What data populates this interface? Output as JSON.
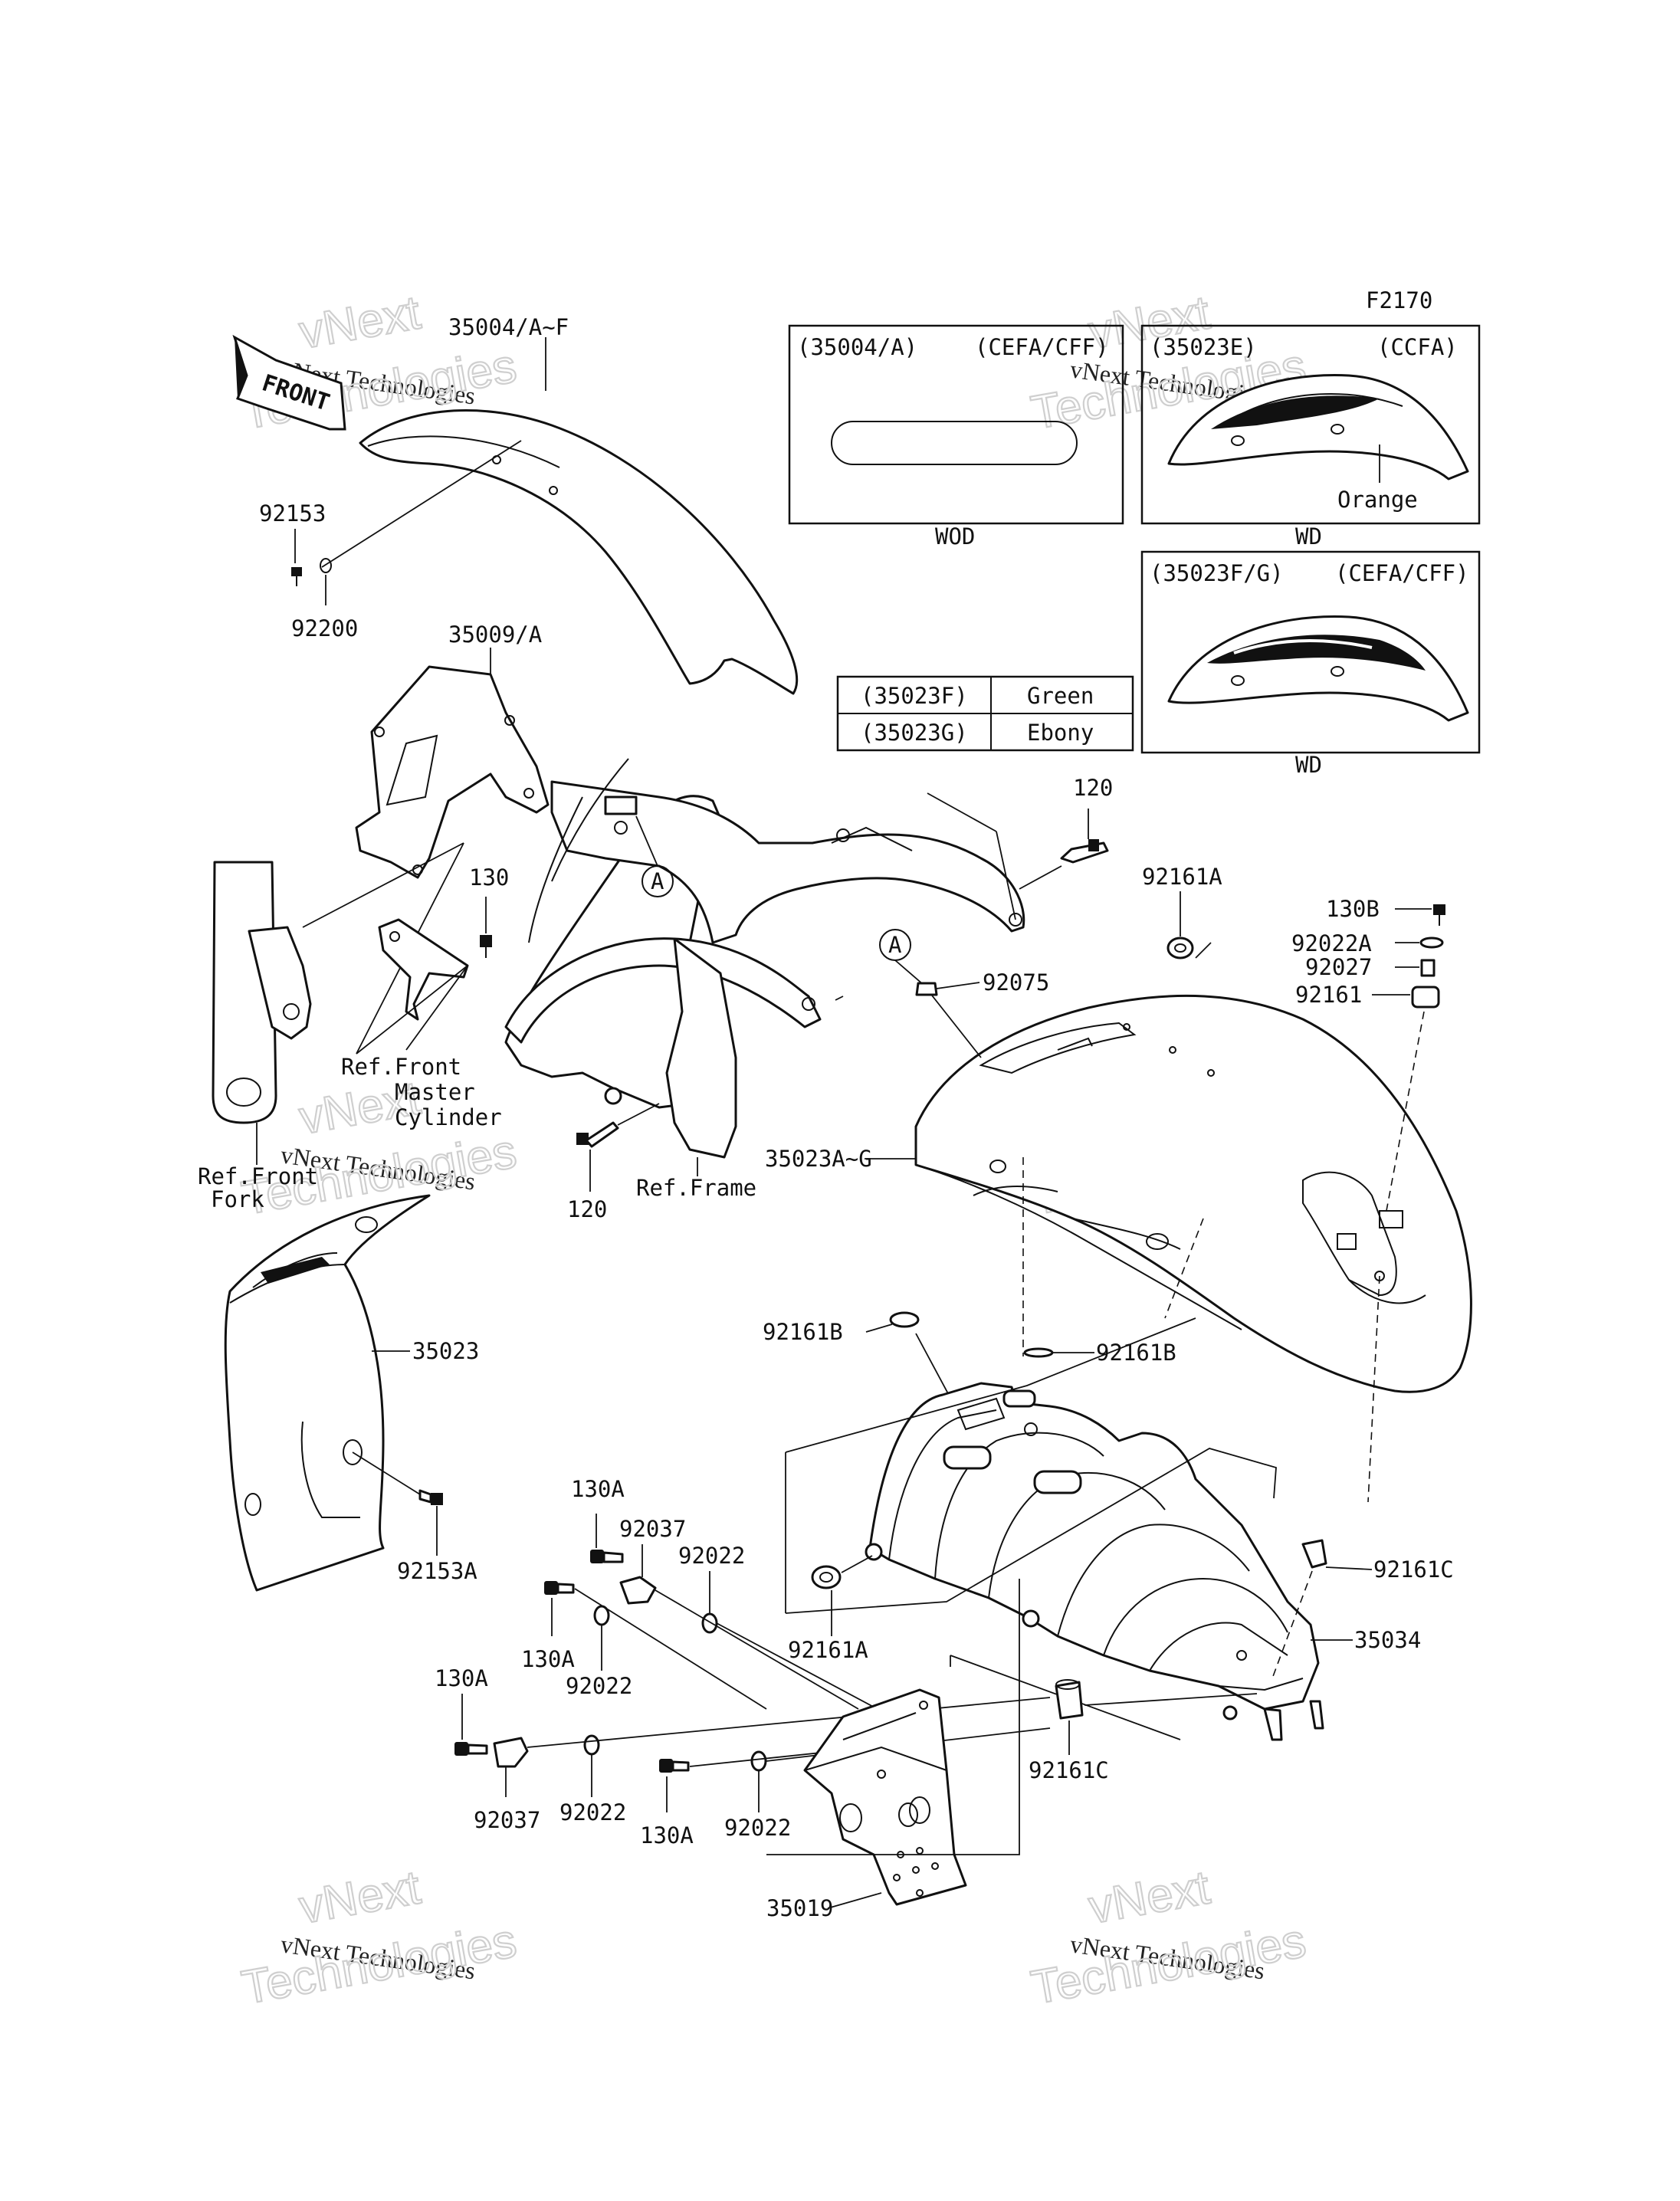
{
  "diagram_code": "F2170",
  "watermark": {
    "line1": "vNext Technologies",
    "line2": "Technologies",
    "line0": "vNext"
  },
  "front_arrow": "FRONT",
  "callouts": {
    "fender_front": "35004/A~F",
    "screw_92153": "92153",
    "collar_92200": "92200",
    "bracket_35009": "35009/A",
    "bolt_130": "130",
    "ref_master_cyl_1": "Ref.Front",
    "ref_master_cyl_2": "Master",
    "ref_master_cyl_3": "Cylinder",
    "ref_fork_1": "Ref.Front",
    "ref_fork_2": "Fork",
    "bolt_120_top": "120",
    "bolt_120_bottom": "120",
    "ref_frame": "Ref.Frame",
    "grommet_92161a_top": "92161A",
    "bolt_130b": "130B",
    "washer_92022a": "92022A",
    "collar_92027": "92027",
    "grommet_92161": "92161",
    "marker_a_1": "A",
    "marker_a_2": "A",
    "damper_92075": "92075",
    "fender_rear": "35023A~G",
    "inner_fender": "35023",
    "screw_92153a": "92153A",
    "cushion_92161b_left": "92161B",
    "cushion_92161b_right": "92161B",
    "bolt_130a_1": "130A",
    "clamp_92037_1": "92037",
    "washer_92022_1": "92022",
    "bolt_130a_2": "130A",
    "washer_92022_2": "92022",
    "grommet_92161a_bottom": "92161A",
    "cushion_92161c_right": "92161C",
    "bracket_35034": "35034",
    "bolt_130a_3": "130A",
    "clamp_92037_2": "92037",
    "washer_92022_3": "92022",
    "bolt_130a_4": "130A",
    "washer_92022_4": "92022",
    "cushion_92161c_bottom": "92161C",
    "flap_35019": "35019"
  },
  "inset_boxes": [
    {
      "part": "(35004/A)",
      "models": "(CEFA/CFF)",
      "caption": "WOD"
    },
    {
      "part": "(35023E)",
      "models": "(CCFA)",
      "caption": "WD",
      "note": "Orange"
    },
    {
      "part": "(35023F/G)",
      "models": "(CEFA/CFF)",
      "caption": "WD"
    }
  ],
  "color_table": [
    {
      "part": "(35023F)",
      "color": "Green"
    },
    {
      "part": "(35023G)",
      "color": "Ebony"
    }
  ]
}
